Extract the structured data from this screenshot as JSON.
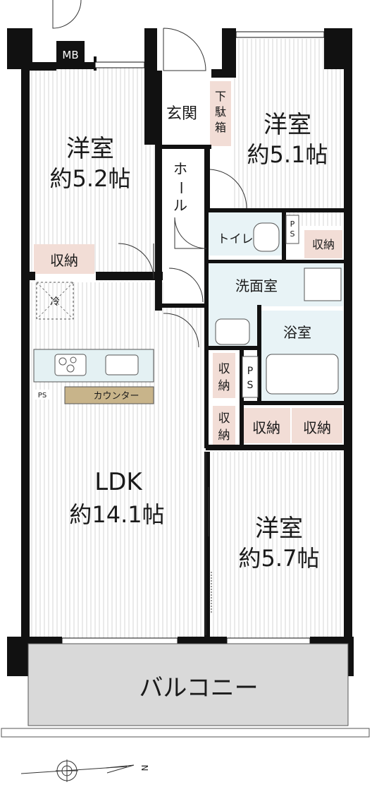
{
  "rooms": {
    "western_nw": {
      "name": "洋室",
      "size": "約5.2帖"
    },
    "western_ne": {
      "name": "洋室",
      "size": "約5.1帖"
    },
    "western_se": {
      "name": "洋室",
      "size": "約5.7帖"
    },
    "ldk": {
      "name": "LDK",
      "size": "約14.1帖"
    },
    "entrance": {
      "name": "玄関"
    },
    "shoe_box": {
      "chars": [
        "下",
        "駄",
        "箱"
      ]
    },
    "hall": {
      "chars": [
        "ホ",
        "ー",
        "ル"
      ]
    },
    "toilet": {
      "name": "トイレ"
    },
    "washroom": {
      "name": "洗面室"
    },
    "bathroom": {
      "name": "浴室"
    },
    "balcony": {
      "name": "バルコニー"
    }
  },
  "fixtures": {
    "mb": "MB",
    "ps_kitchen": "PS",
    "ps_toilet": [
      "P",
      "S"
    ],
    "ps_center": [
      "P",
      "S"
    ],
    "counter": "カウンター",
    "fridge": "冷"
  },
  "storage": {
    "nw": "収納",
    "toilet_side": "収納",
    "center_upper": [
      "収",
      "納"
    ],
    "center_lower": [
      "収",
      "納"
    ],
    "se_left": "収納",
    "se_right": "収納"
  },
  "compass": {
    "north": "N"
  },
  "colors": {
    "wall": "#111111",
    "floor_line": "#d2d2d2",
    "storage": "#f2ddd6",
    "wet_area": "#e8f3f6",
    "kitchen": "#e4f1f3",
    "counter": "#c8b48a",
    "balcony": "#d9d9d9"
  }
}
